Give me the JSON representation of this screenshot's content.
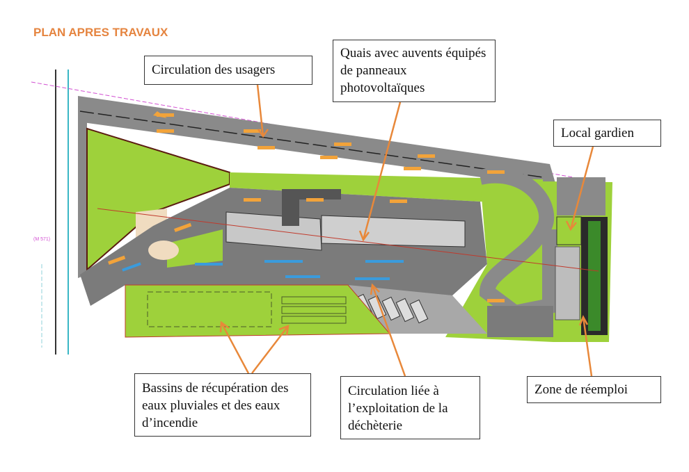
{
  "title": "PLAN APRES TRAVAUX",
  "callouts": {
    "circulation_usagers": "Circulation des usagers",
    "quais": "Quais avec auvents équipés de panneaux photovoltaïques",
    "local_gardien": "Local gardien",
    "bassins": "Bassins de récupération des eaux pluviales et des eaux d’incendie",
    "circulation_exploitation": "Circulation liée à l’exploitation de la déchèterie",
    "zone_reemploi": "Zone de réemploi"
  },
  "map_labels": {
    "road_ref": "(M 571)"
  },
  "colors": {
    "title": "#E5843F",
    "leader_arrow": "#E8883A",
    "green_space": "#9ED13B",
    "road": "#7a7a7a",
    "traffic_user": "#F2A33A",
    "traffic_operation": "#3A9BDC"
  }
}
